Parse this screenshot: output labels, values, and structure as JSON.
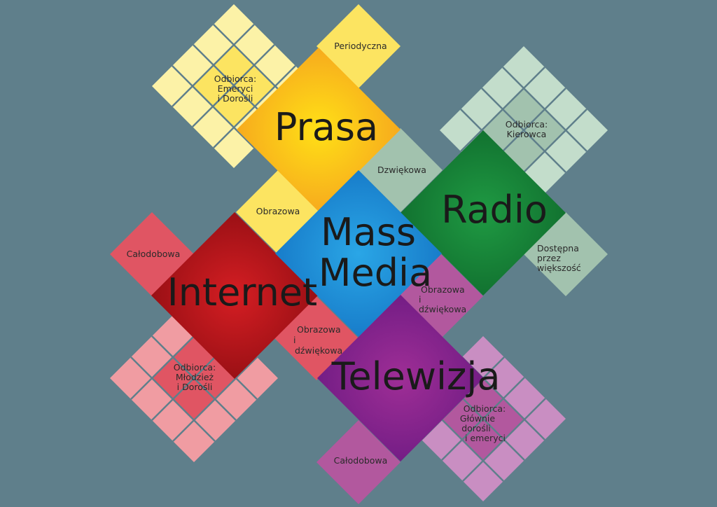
{
  "center": {
    "title_line1": "Mass",
    "title_line2": "Media"
  },
  "nodes": {
    "prasa": {
      "title": "Prasa",
      "audience": [
        "Odbiorca:",
        "Emeryci",
        "i Dorośli"
      ],
      "attribute": "Periodyczna"
    },
    "radio": {
      "title": "Radio",
      "audience": [
        "Odbiorca:",
        "Kierowca"
      ],
      "attribute": [
        "Dostępna",
        "przez",
        "większość"
      ]
    },
    "internet": {
      "title": "Internet",
      "audience": [
        "Odbiorca:",
        "Młodzież",
        "i Dorośli"
      ],
      "attribute": "Całodobowa"
    },
    "telewizja": {
      "title": "Telewizja",
      "audience": [
        "Odbiorca:",
        "Głównie",
        "dorośli",
        "i emeryci"
      ],
      "attribute": "Całodobowa"
    }
  },
  "links": {
    "prasa_radio": "Dzwiękowa",
    "prasa_internet": "Obrazowa",
    "internet_telewizja": [
      "Obrazowa",
      "i",
      "dźwiękowa"
    ],
    "radio_telewizja": [
      "Obrazowa",
      "i",
      "dźwiękowa"
    ]
  },
  "colors": {
    "background": "#5f7f8b",
    "center": [
      "#2aa6e6",
      "#1474c4"
    ],
    "prasa": [
      "#ffe016",
      "#f5a01f"
    ],
    "radio": [
      "#1f9a43",
      "#0f6a2c"
    ],
    "internet": [
      "#d51e23",
      "#8e0d12"
    ],
    "telewizja": [
      "#9f2e96",
      "#6b1a82"
    ],
    "prasa_light": "#fcf2a7",
    "prasa_mid": "#fce461",
    "radio_light": "#c3ddcb",
    "radio_mid": "#a2c2ae",
    "internet_light": "#f09ca2",
    "internet_mid": "#e05563",
    "telewizja_light": "#c98ec2",
    "telewizja_mid": "#b2589e"
  }
}
